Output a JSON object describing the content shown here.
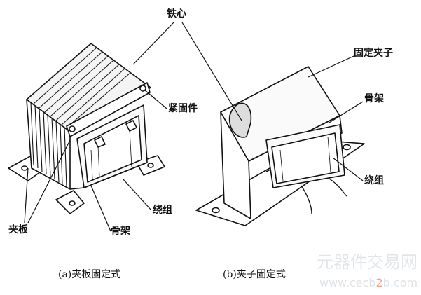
{
  "labels": {
    "core": "铁心",
    "fastener": "紧固件",
    "winding_a": "绕组",
    "bobbin_a": "骨架",
    "clamp_plate": "夹板",
    "fixing_clip": "固定夹子",
    "bobbin_b": "骨架",
    "winding_b": "绕组"
  },
  "captions": {
    "a": "(a)夹板固定式",
    "b": "(b)夹子固定式"
  },
  "watermark": {
    "title": "元器件交易网",
    "url_pre": "www.cecb",
    "url_mid": "2",
    "url_post": "b.com"
  }
}
